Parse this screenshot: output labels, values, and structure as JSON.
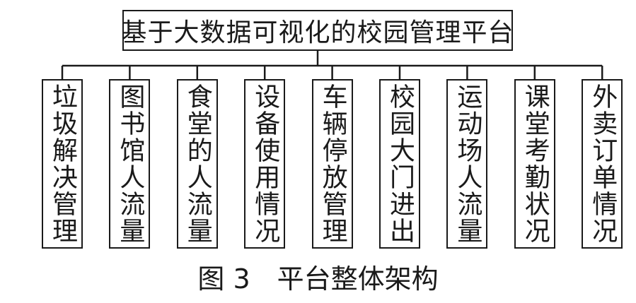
{
  "diagram": {
    "root": "基于大数据可视化的校园管理平台",
    "children": [
      "垃圾解决管理",
      "图书馆人流量",
      "食堂的人流量",
      "设备使用情况",
      "车辆停放管理",
      "校园大门进出",
      "运动场人流量",
      "课堂考勤状况",
      "外卖订单情况"
    ]
  },
  "caption": "图 3　平台整体架构"
}
